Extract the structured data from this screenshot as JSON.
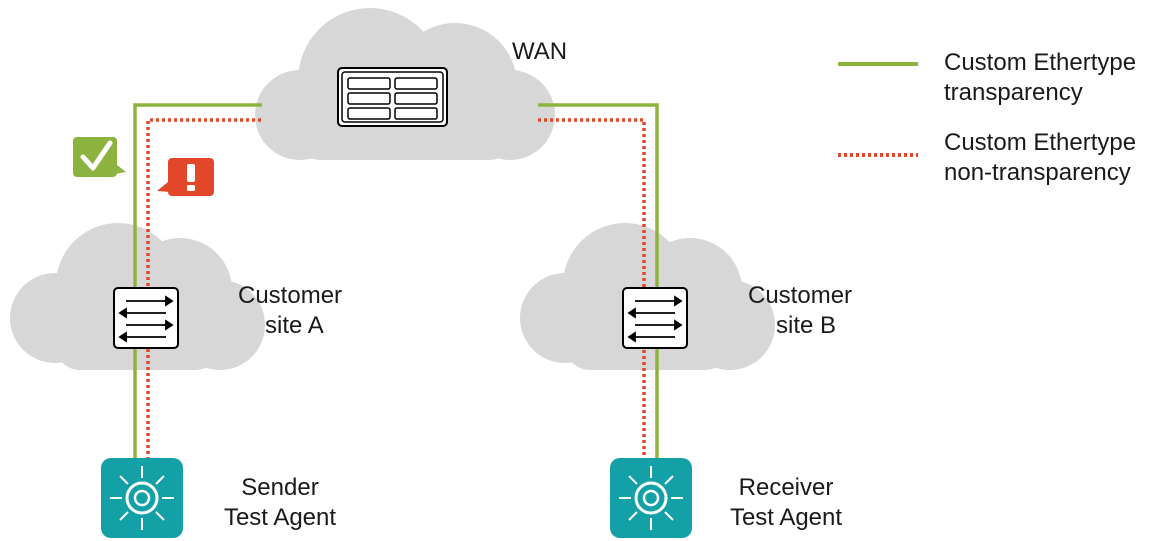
{
  "labels": {
    "wan": "WAN",
    "site_a_line1": "Customer",
    "site_a_line2": "site A",
    "site_b_line1": "Customer",
    "site_b_line2": "site B",
    "sender_line1": "Sender",
    "sender_line2": "Test Agent",
    "receiver_line1": "Receiver",
    "receiver_line2": "Test Agent"
  },
  "legend": {
    "items": [
      {
        "line1": "Custom Ethertype",
        "line2": "transparency",
        "style": "solid",
        "color": "#8db33f"
      },
      {
        "line1": "Custom Ethertype",
        "line2": "non-transparency",
        "style": "dotted",
        "color": "#e2472a"
      }
    ]
  },
  "colors": {
    "cloud": "#d7d7d7",
    "transparent_path": "#8db33f",
    "non_transparent_path": "#e2472a",
    "agent": "#13a0a6",
    "check_badge": "#8db33f",
    "alert_badge": "#e2472a"
  },
  "icons": {
    "wan_device": "rack-server-icon",
    "site_a_device": "switch-icon",
    "site_b_device": "switch-icon",
    "sender": "test-agent-icon",
    "receiver": "test-agent-icon",
    "pass": "checkmark-icon",
    "fail": "exclamation-icon"
  }
}
